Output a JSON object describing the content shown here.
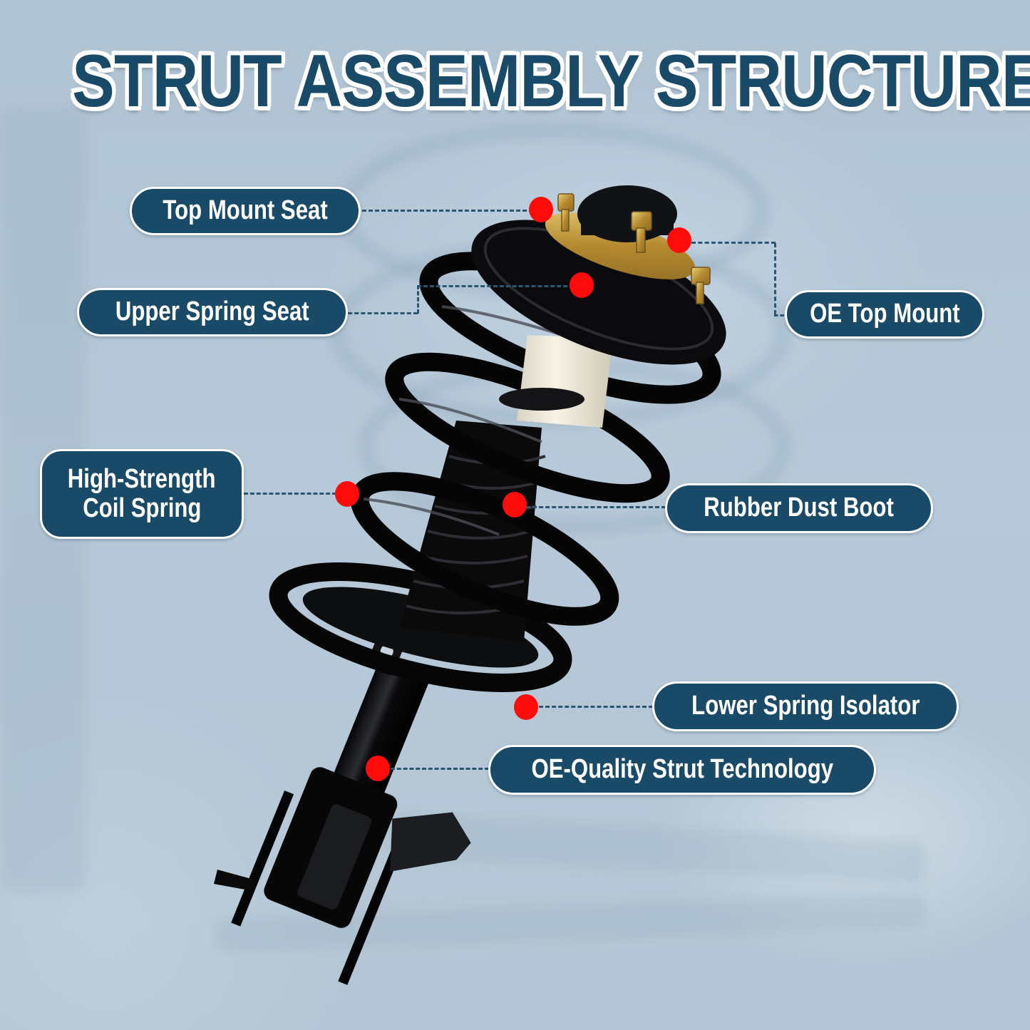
{
  "title": "STRUT ASSEMBLY STRUCTURE",
  "colors": {
    "background": "#b3c5d5",
    "pill_fill": "#194a68",
    "pill_border": "#ffffff",
    "title_fill": "#194a68",
    "title_outline": "#ffffff",
    "marker": "#ff0b0b",
    "leader_line": "#2a5672",
    "part_black": "#0b0b0d",
    "bump_stop": "#efeadb",
    "hardware_gold": "#c9a640"
  },
  "callouts": [
    {
      "id": "top-mount-seat",
      "label": "Top Mount Seat",
      "side": "left"
    },
    {
      "id": "upper-spring-seat",
      "label": "Upper Spring Seat",
      "side": "left"
    },
    {
      "id": "oe-top-mount",
      "label": "OE Top Mount",
      "side": "right"
    },
    {
      "id": "coil-spring",
      "label_line1": "High-Strength",
      "label_line2": "Coil Spring",
      "side": "left"
    },
    {
      "id": "rubber-dust-boot",
      "label": "Rubber Dust Boot",
      "side": "right"
    },
    {
      "id": "lower-spring-isolator",
      "label": "Lower Spring Isolator",
      "side": "right"
    },
    {
      "id": "oe-quality-strut",
      "label": "OE-Quality Strut Technology",
      "side": "right"
    }
  ],
  "icons": {
    "marker": "red-dot-marker",
    "product": "strut-assembly-illustration"
  }
}
